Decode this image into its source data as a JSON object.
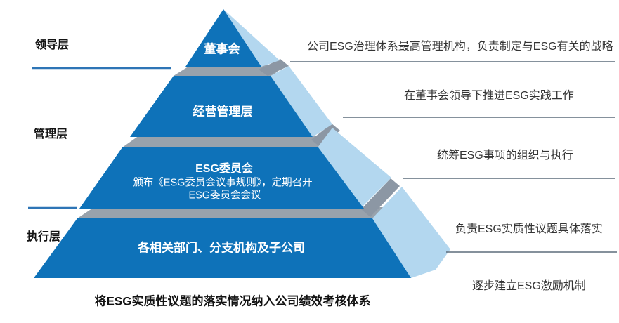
{
  "left_labels": [
    {
      "label": "领导层"
    },
    {
      "label": "管理层"
    },
    {
      "label": "执行层"
    }
  ],
  "pyramid_levels": [
    {
      "name": "董事会"
    },
    {
      "name": "经营管理层"
    },
    {
      "name": "ESG委员会",
      "detail_line1": "颁布《ESG委员会议事规则》，定期召开",
      "detail_line2": "ESG委员会会议"
    },
    {
      "name": "各相关部门、分支机构及子公司"
    }
  ],
  "annotations": [
    {
      "text": "公司ESG治理体系最高管理机构，负责制定与ESG有关的战略"
    },
    {
      "text": "在董事会领导下推进ESG实践工作"
    },
    {
      "text": "统筹ESG事项的组织与执行"
    },
    {
      "text": "负责ESG实质性议题具体落实"
    },
    {
      "text": "逐步建立ESG激励机制"
    }
  ],
  "caption": "将ESG实质性议题的落实情况纳入公司绩效考核体系",
  "colors": {
    "pyramid_face": "#0e72b9",
    "pyramid_side": "#b3d7ef",
    "step_gray": "#98a2ac",
    "step_gray_dark": "#8c97a4",
    "accent_line": "#2e75b6",
    "separator_line": "#5d6d7c"
  }
}
